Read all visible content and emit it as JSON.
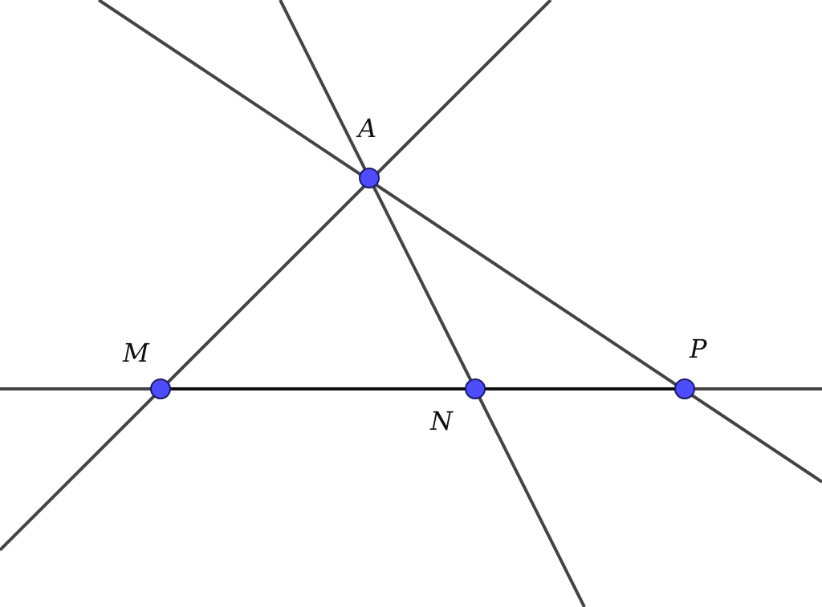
{
  "figure": {
    "points": [
      {
        "id": "A",
        "label": "A"
      },
      {
        "id": "M",
        "label": "M"
      },
      {
        "id": "N",
        "label": "N"
      },
      {
        "id": "P",
        "label": "P"
      }
    ],
    "lines": [
      "AM",
      "AN",
      "AP",
      "MP"
    ],
    "segments": [
      "MP"
    ],
    "colors": {
      "line": "#444444",
      "segment": "#111111",
      "point_fill": "#4d4dff",
      "point_stroke": "#1a1a66"
    }
  }
}
